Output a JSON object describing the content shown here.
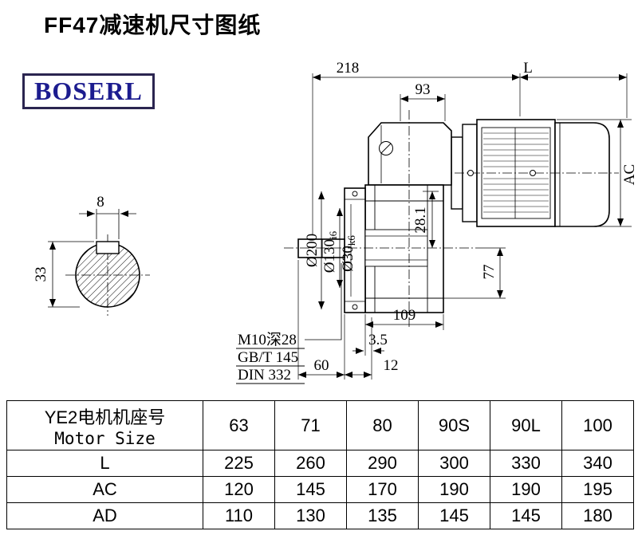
{
  "page": {
    "title": "FF47减速机尺寸图纸",
    "background": "#ffffff"
  },
  "logo": {
    "text": "BOSERL",
    "text_color": "#1c1c8f",
    "border_color": "#2b2550"
  },
  "drawing": {
    "line_color": "#000000",
    "dims": {
      "overall_width": "218",
      "motor_length": "L",
      "top_width": "93",
      "motor_height": "AC",
      "key_width": "8",
      "section_height": "33",
      "bore_depth": "28.1",
      "flange_od": "Ø200",
      "spigot_main": "Ø130",
      "spigot_tol": "i6",
      "shaft_main": "Ø30",
      "shaft_tol": "k6",
      "output_offset": "77",
      "housing_width": "109",
      "gap": "3.5",
      "shaft_length": "60",
      "key_len": "12"
    },
    "notes": {
      "tap": "M10深28",
      "std1": "GB/T 145",
      "std2": "DIN 332"
    }
  },
  "table": {
    "header_cn": "YE2电机机座号",
    "header_en": "Motor Size",
    "motor_sizes": [
      "63",
      "71",
      "80",
      "90S",
      "90L",
      "100"
    ],
    "rows": [
      {
        "label": "L",
        "values": [
          "225",
          "260",
          "290",
          "300",
          "330",
          "340"
        ]
      },
      {
        "label": "AC",
        "values": [
          "120",
          "145",
          "170",
          "190",
          "190",
          "195"
        ]
      },
      {
        "label": "AD",
        "values": [
          "110",
          "130",
          "135",
          "145",
          "145",
          "180"
        ]
      }
    ]
  }
}
